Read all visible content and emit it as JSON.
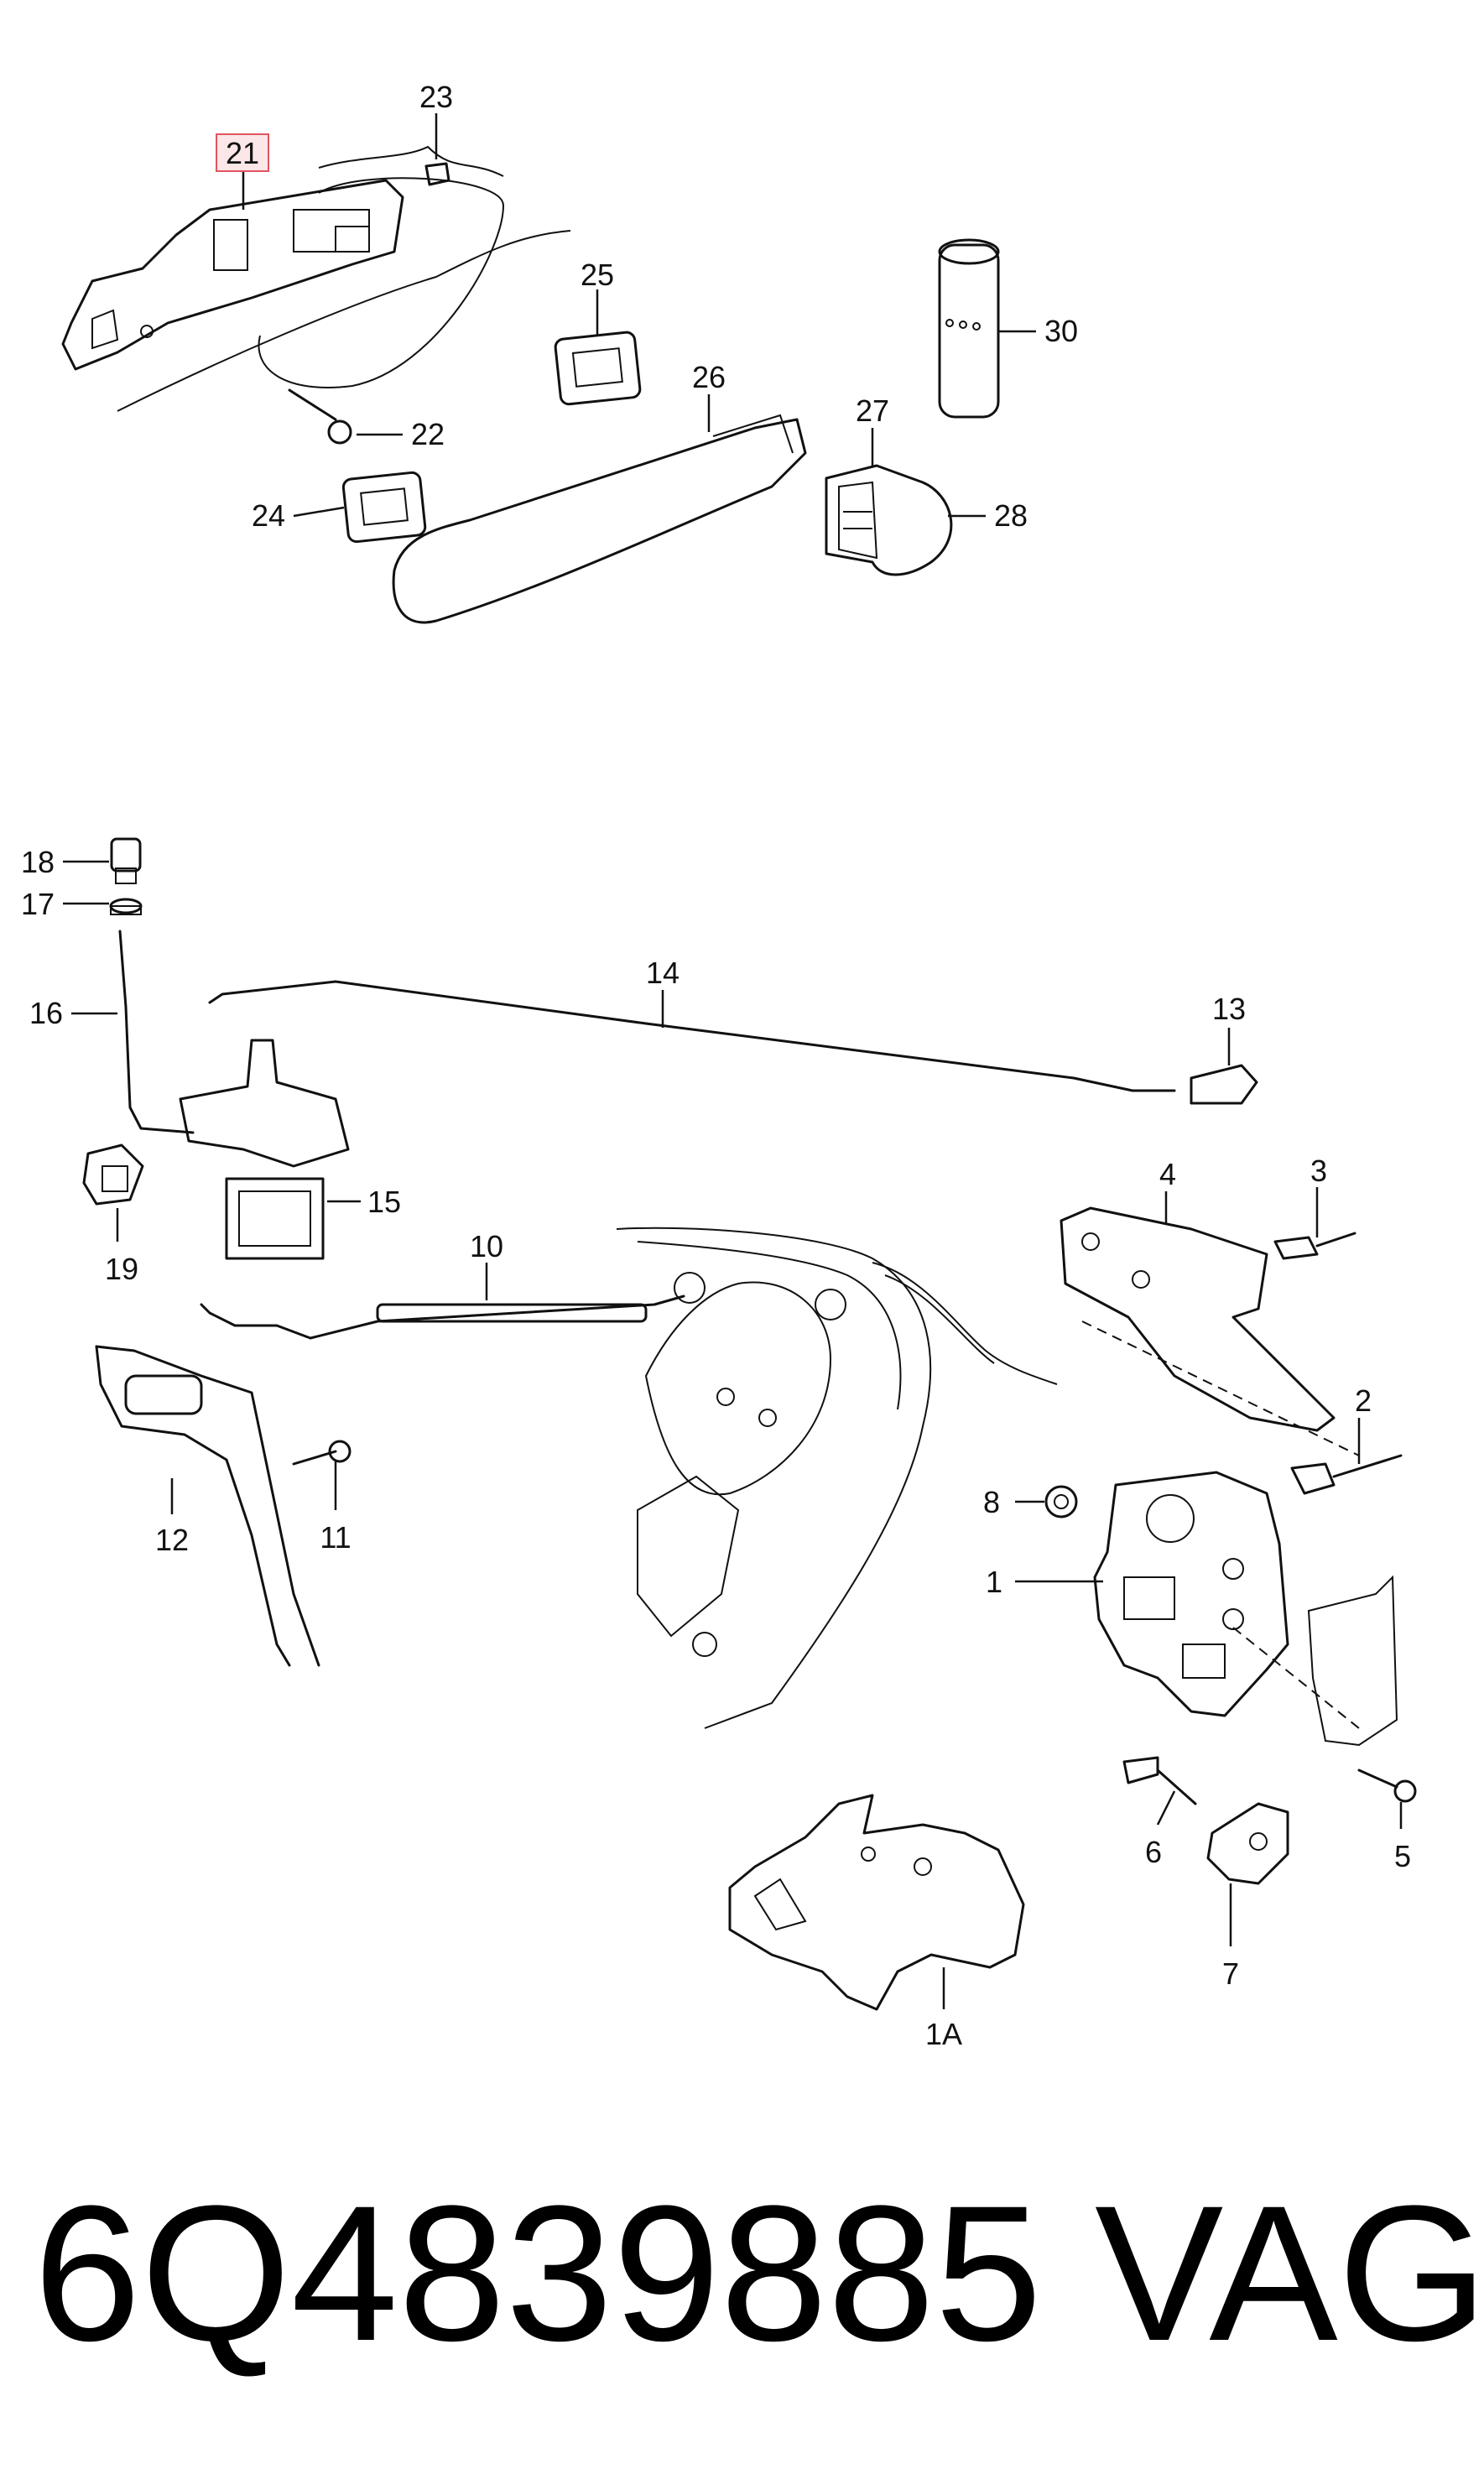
{
  "parts": {
    "p1": "1",
    "p1a": "1A",
    "p2": "2",
    "p3": "3",
    "p4": "4",
    "p5": "5",
    "p6": "6",
    "p7": "7",
    "p8": "8",
    "p10": "10",
    "p11": "11",
    "p12": "12",
    "p13": "13",
    "p14": "14",
    "p15": "15",
    "p16": "16",
    "p17": "17",
    "p18": "18",
    "p19": "19",
    "p21": "21",
    "p22": "22",
    "p23": "23",
    "p24": "24",
    "p25": "25",
    "p26": "26",
    "p27": "27",
    "p28": "28",
    "p30": "30"
  },
  "highlight_color": "#e05560",
  "footer": {
    "part_number": "6Q4839885",
    "brand": "VAG"
  }
}
